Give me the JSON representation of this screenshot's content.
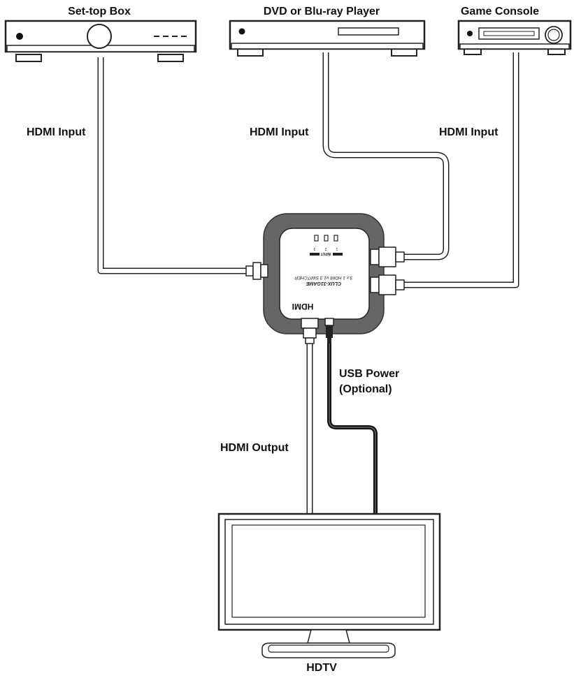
{
  "sources": {
    "set_top_box": "Set-top Box",
    "player": "DVD or Blu-ray Player",
    "console": "Game Console"
  },
  "cables": {
    "input_left": "HDMI Input",
    "input_middle": "HDMI Input",
    "input_right": "HDMI Input",
    "usb_line1": "USB Power",
    "usb_line2": "(Optional)",
    "output": "HDMI Output"
  },
  "switcher": {
    "model": "CLUX-31GAME",
    "description": "3 x 1 HDMI v1.3 SWITCHER",
    "input_label": "INPUT",
    "input_numbers": [
      "3",
      "2",
      "1"
    ],
    "logo": "HDMI"
  },
  "display": {
    "label": "HDTV"
  }
}
